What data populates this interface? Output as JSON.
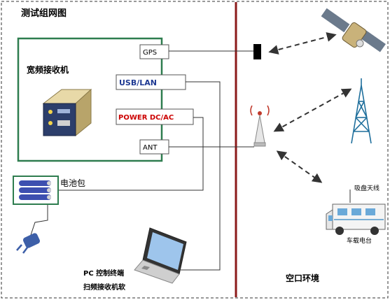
{
  "title": "测试组网图",
  "receiver": {
    "label": "宽频接收机",
    "ports": {
      "gps": "GPS",
      "usb_lan": "USB/LAN",
      "power": "POWER DC/AC",
      "ant": "ANT"
    }
  },
  "battery": {
    "label": "电池包"
  },
  "pc": {
    "line1": "PC 控制终端",
    "line2": "扫频接收机软"
  },
  "air": {
    "label": "空口环境"
  },
  "vehicle": {
    "antenna_label": "吸盘天线",
    "station_label": "车载电台"
  },
  "colors": {
    "receiver_border": "#2e7d4f",
    "divider": "#8b1a1a",
    "usb_text": "#1f3a93",
    "power_text": "#cc0000"
  },
  "icons": [
    "gps-antenna-icon",
    "satellite-icon",
    "cell-tower-icon",
    "antenna-icon",
    "receiver-device-icon",
    "battery-pack-icon",
    "power-plug-icon",
    "laptop-icon",
    "vehicle-icon"
  ]
}
